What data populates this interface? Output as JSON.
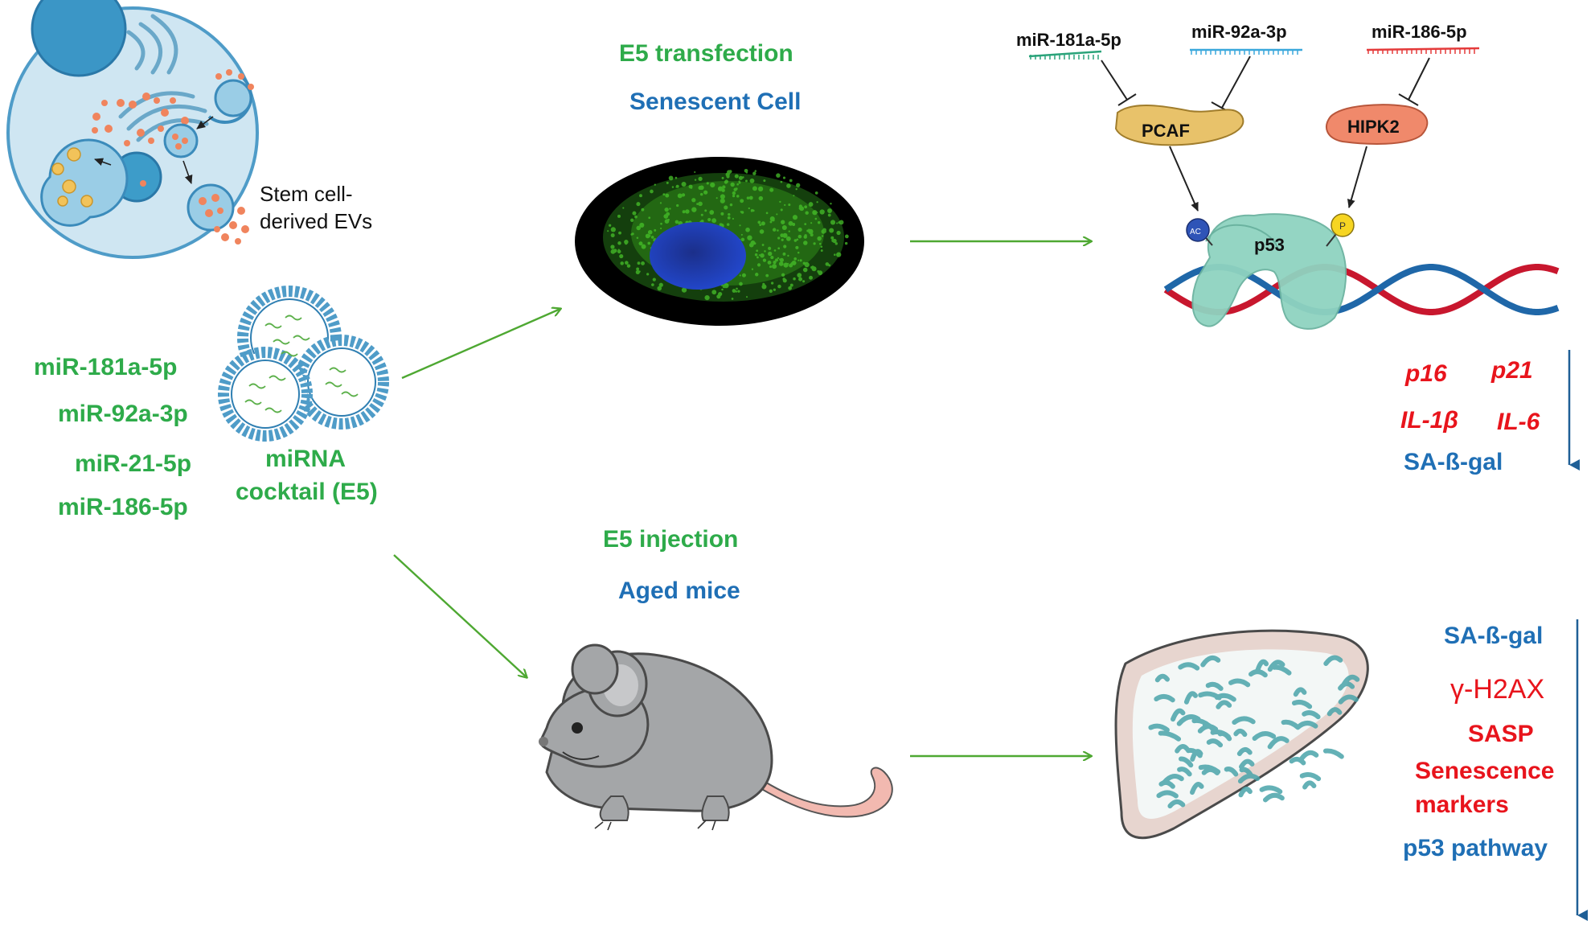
{
  "stem_cell": {
    "label_line1": "Stem cell-",
    "label_line2": "derived EVs"
  },
  "mirna_list": [
    "miR-181a-5p",
    "miR-92a-3p",
    "miR-21-5p",
    "miR-186-5p"
  ],
  "cocktail": {
    "line1": "miRNA",
    "line2": "cocktail (E5)"
  },
  "cell_branch": {
    "title": "E5 transfection",
    "subtitle": "Senescent Cell"
  },
  "mouse_branch": {
    "title": "E5 injection",
    "subtitle": "Aged mice"
  },
  "pathway": {
    "mirnas": [
      "miR-181a-5p",
      "miR-92a-3p",
      "miR-186-5p"
    ],
    "proteins": {
      "pcaf": "PCAF",
      "hipk2": "HIPK2",
      "p53": "p53"
    },
    "modifications": {
      "acetyl": "AC",
      "phospho": "P"
    }
  },
  "cell_outcomes": {
    "p16": "p16",
    "p21": "p21",
    "il1b": "IL-1β",
    "il6": "IL-6",
    "sagal": "SA-ß-gal"
  },
  "mouse_outcomes": {
    "sagal": "SA-ß-gal",
    "h2ax": "γ-H2AX",
    "sasp": "SASP",
    "senescence_line1": "Senescence",
    "senescence_line2": "markers",
    "p53_pathway": "p53 pathway"
  },
  "colors": {
    "green_text": "#2eab4a",
    "blue_text": "#1f6fb5",
    "red_text": "#e8141c",
    "arrow_green": "#4ea832",
    "cell_cyto": "#c9e4f0",
    "cell_membrane": "#5fa9d0",
    "nucleus": "#3a95c2",
    "dna_red": "#c8172e",
    "dna_blue": "#1f67a8",
    "p53": "#8fd3c0",
    "pcaf": "#e8c26a",
    "hipk2": "#f0896b",
    "mouse": "#a4a6a8",
    "liver_stain": "#4aa4aa"
  }
}
